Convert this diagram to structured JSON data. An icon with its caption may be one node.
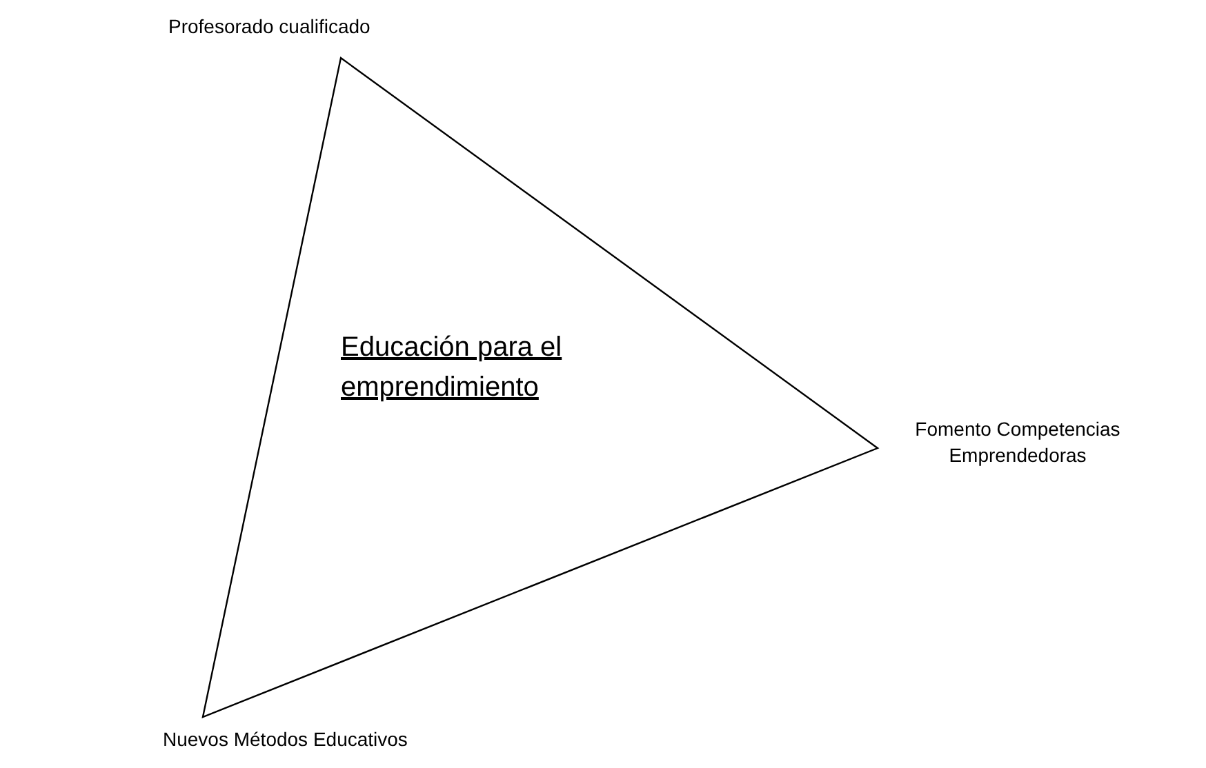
{
  "diagram": {
    "nodes": [
      {
        "text": [
          "Educación para el emprendimiento"
        ],
        "beside": [
          "Profesorado cualificado",
          "Fomento Competencias Emprendedoras",
          "Nuevos Métodos Educativos"
        ]
      }
    ]
  }
}
